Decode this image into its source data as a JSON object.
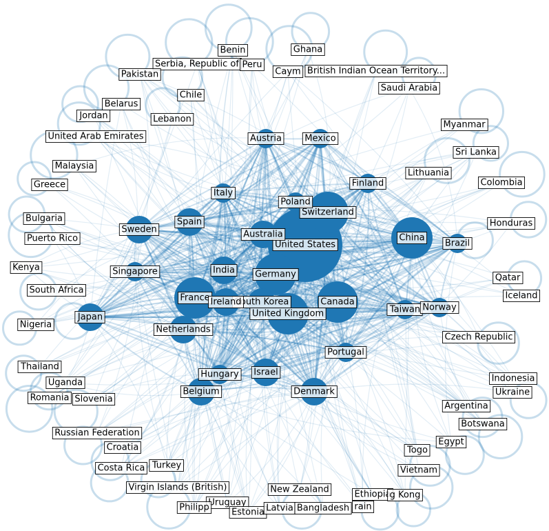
{
  "diagram": {
    "type": "network-graph",
    "colors": {
      "node": "#1f77b4",
      "edge": "#1f77b4",
      "label_border": "#000000",
      "background": "#ffffff"
    },
    "nodes": [
      {
        "id": "united-states",
        "label": "United States",
        "size": "largest"
      },
      {
        "id": "china",
        "label": "China",
        "size": "large"
      },
      {
        "id": "united-kingdom",
        "label": "United Kingdom",
        "size": "large"
      },
      {
        "id": "france",
        "label": "France",
        "size": "large"
      },
      {
        "id": "germany",
        "label": "Germany",
        "size": "large"
      },
      {
        "id": "switzerland",
        "label": "Switzerland",
        "size": "large"
      },
      {
        "id": "canada",
        "label": "Canada",
        "size": "large"
      },
      {
        "id": "netherlands",
        "label": "Netherlands",
        "size": "medium"
      },
      {
        "id": "belgium",
        "label": "Belgium",
        "size": "medium"
      },
      {
        "id": "sweden",
        "label": "Sweden",
        "size": "medium"
      },
      {
        "id": "south-korea",
        "label": "South Korea",
        "size": "medium"
      },
      {
        "id": "india",
        "label": "India",
        "size": "medium"
      },
      {
        "id": "japan",
        "label": "Japan",
        "size": "medium"
      },
      {
        "id": "denmark",
        "label": "Denmark",
        "size": "medium"
      },
      {
        "id": "israel",
        "label": "Israel",
        "size": "medium"
      },
      {
        "id": "spain",
        "label": "Spain",
        "size": "medium"
      },
      {
        "id": "australia",
        "label": "Australia",
        "size": "medium"
      },
      {
        "id": "ireland",
        "label": "Ireland",
        "size": "medium"
      },
      {
        "id": "finland",
        "label": "Finland",
        "size": "small"
      },
      {
        "id": "austria",
        "label": "Austria",
        "size": "small"
      },
      {
        "id": "italy",
        "label": "Italy",
        "size": "small"
      },
      {
        "id": "poland",
        "label": "Poland",
        "size": "small"
      },
      {
        "id": "mexico",
        "label": "Mexico",
        "size": "small"
      },
      {
        "id": "taiwan",
        "label": "Taiwan",
        "size": "small"
      },
      {
        "id": "norway",
        "label": "Norway",
        "size": "small"
      },
      {
        "id": "hungary",
        "label": "Hungary",
        "size": "small"
      },
      {
        "id": "portugal",
        "label": "Portugal",
        "size": "small"
      },
      {
        "id": "brazil",
        "label": "Brazil",
        "size": "small"
      },
      {
        "id": "singapore",
        "label": "Singapore",
        "size": "small"
      },
      {
        "id": "ghana",
        "label": "Ghana",
        "size": "tiny"
      },
      {
        "id": "benin",
        "label": "Benin",
        "size": "tiny"
      },
      {
        "id": "serbia",
        "label": "Serbia, Republic of",
        "size": "tiny"
      },
      {
        "id": "peru",
        "label": "Peru",
        "size": "tiny"
      },
      {
        "id": "pakistan",
        "label": "Pakistan",
        "size": "tiny"
      },
      {
        "id": "cayman",
        "label": "Caym",
        "size": "tiny"
      },
      {
        "id": "biot",
        "label": "British Indian Ocean Territory...",
        "size": "tiny"
      },
      {
        "id": "saudi-arabia",
        "label": "Saudi Arabia",
        "size": "tiny"
      },
      {
        "id": "chile",
        "label": "Chile",
        "size": "tiny"
      },
      {
        "id": "belarus",
        "label": "Belarus",
        "size": "tiny"
      },
      {
        "id": "jordan",
        "label": "Jordan",
        "size": "tiny"
      },
      {
        "id": "lebanon",
        "label": "Lebanon",
        "size": "tiny"
      },
      {
        "id": "myanmar",
        "label": "Myanmar",
        "size": "tiny"
      },
      {
        "id": "uae",
        "label": "United Arab Emirates",
        "size": "tiny"
      },
      {
        "id": "sri-lanka",
        "label": "Sri Lanka",
        "size": "tiny"
      },
      {
        "id": "malaysia",
        "label": "Malaysia",
        "size": "tiny"
      },
      {
        "id": "lithuania",
        "label": "Lithuania",
        "size": "tiny"
      },
      {
        "id": "greece",
        "label": "Greece",
        "size": "tiny"
      },
      {
        "id": "colombia",
        "label": "Colombia",
        "size": "tiny"
      },
      {
        "id": "bulgaria",
        "label": "Bulgaria",
        "size": "tiny"
      },
      {
        "id": "honduras",
        "label": "Honduras",
        "size": "tiny"
      },
      {
        "id": "puerto-rico",
        "label": "Puerto Rico",
        "size": "tiny"
      },
      {
        "id": "kenya",
        "label": "Kenya",
        "size": "tiny"
      },
      {
        "id": "qatar",
        "label": "Qatar",
        "size": "tiny"
      },
      {
        "id": "south-africa",
        "label": "South Africa",
        "size": "tiny"
      },
      {
        "id": "iceland",
        "label": "Iceland",
        "size": "tiny"
      },
      {
        "id": "nigeria",
        "label": "Nigeria",
        "size": "tiny"
      },
      {
        "id": "czech-republic",
        "label": "Czech Republic",
        "size": "tiny"
      },
      {
        "id": "thailand",
        "label": "Thailand",
        "size": "tiny"
      },
      {
        "id": "indonesia",
        "label": "Indonesia",
        "size": "tiny"
      },
      {
        "id": "uganda",
        "label": "Uganda",
        "size": "tiny"
      },
      {
        "id": "ukraine",
        "label": "Ukraine",
        "size": "tiny"
      },
      {
        "id": "romania",
        "label": "Romania",
        "size": "tiny"
      },
      {
        "id": "slovenia",
        "label": "Slovenia",
        "size": "tiny"
      },
      {
        "id": "argentina",
        "label": "Argentina",
        "size": "tiny"
      },
      {
        "id": "botswana",
        "label": "Botswana",
        "size": "tiny"
      },
      {
        "id": "russia",
        "label": "Russian Federation",
        "size": "tiny"
      },
      {
        "id": "egypt",
        "label": "Egypt",
        "size": "tiny"
      },
      {
        "id": "croatia",
        "label": "Croatia",
        "size": "tiny"
      },
      {
        "id": "togo",
        "label": "Togo",
        "size": "tiny"
      },
      {
        "id": "costa-rica",
        "label": "Costa Rica",
        "size": "tiny"
      },
      {
        "id": "turkey",
        "label": "Turkey",
        "size": "tiny"
      },
      {
        "id": "vietnam",
        "label": "Vietnam",
        "size": "tiny"
      },
      {
        "id": "virgin-islands",
        "label": "Virgin Islands (British)",
        "size": "tiny"
      },
      {
        "id": "new-zealand",
        "label": "New Zealand",
        "size": "tiny"
      },
      {
        "id": "ethiopia",
        "label": "Ethiopia",
        "size": "tiny"
      },
      {
        "id": "hong-kong",
        "label": "g Kong",
        "size": "tiny"
      },
      {
        "id": "uruguay",
        "label": "Uruguay",
        "size": "tiny"
      },
      {
        "id": "philippines",
        "label": "Philipp",
        "size": "tiny"
      },
      {
        "id": "estonia",
        "label": "Estonia",
        "size": "tiny"
      },
      {
        "id": "latvia",
        "label": "Latvia",
        "size": "tiny"
      },
      {
        "id": "bangladesh",
        "label": "Bangladesh",
        "size": "tiny"
      },
      {
        "id": "bahrain",
        "label": "rain",
        "size": "tiny"
      }
    ]
  }
}
